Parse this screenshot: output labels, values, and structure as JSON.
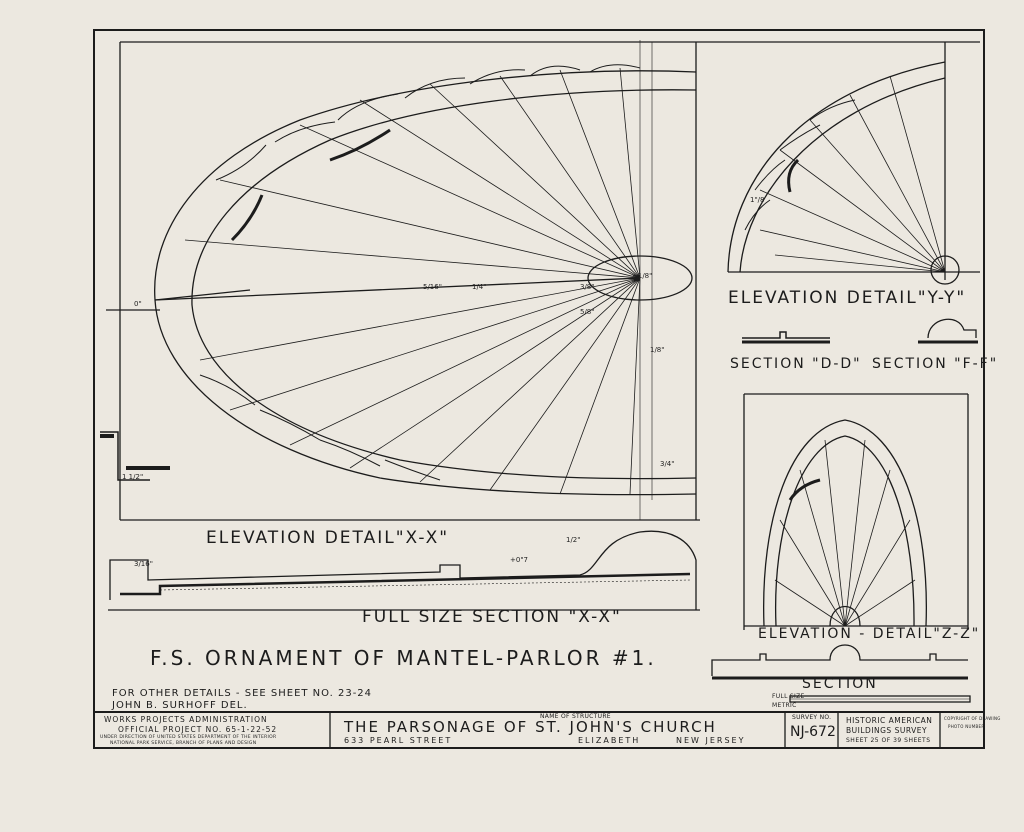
{
  "drawing": {
    "elevation_xx": "ELEVATION   DETAIL\"X-X\"",
    "full_size_section_xx": "FULL SIZE SECTION \"X-X\"",
    "elevation_yy": "ELEVATION   DETAIL\"Y-Y\"",
    "section_dd": "SECTION \"D-D\"",
    "section_ff": "SECTION \"F-F\"",
    "elevation_zz": "ELEVATION  -  DETAIL\"Z-Z\"",
    "section": "SECTION",
    "ornament_title": "F.S. ORNAMENT OF MANTEL-PARLOR #1.",
    "other_details": "FOR OTHER DETAILS - SEE SHEET NO. 23-24",
    "delineator": "JOHN B. SURHOFF DEL.",
    "dims": {
      "d1": "1\"/8",
      "d2": "1 1/2\"",
      "d3": "5/16\"",
      "d4": "3/8\"",
      "d5": "+1/8\"",
      "d6": "+0\"7",
      "d7": "1/4\"",
      "d8": "5/8\"",
      "d9": "1/8\"",
      "d10": "3/4\"",
      "d11": "1/2\"",
      "d12": "3/16\"",
      "d13": "0\""
    }
  },
  "title_block": {
    "wpa": "WORKS PROJECTS ADMINISTRATION",
    "project": "OFFICIAL PROJECT NO. 65-1-22-52",
    "direction1": "UNDER DIRECTION OF UNITED STATES DEPARTMENT OF THE INTERIOR",
    "direction2": "NATIONAL PARK SERVICE, BRANCH OF PLANS AND DESIGN",
    "name_caption": "NAME OF STRUCTURE",
    "name": "THE PARSONAGE OF ST. JOHN'S CHURCH",
    "street": "633 PEARL STREET",
    "city": "ELIZABETH",
    "state": "NEW JERSEY",
    "survey_caption": "SURVEY NO.",
    "survey_no": "NJ-672",
    "habs1": "HISTORIC AMERICAN",
    "habs2": "BUILDINGS SURVEY",
    "sheet": "SHEET 25 OF 39 SHEETS",
    "copyright": "COPYRIGHT OF DRAWING",
    "photo": "PHOTO NUMBER"
  },
  "scale": {
    "full_size": "FULL SIZE",
    "metric": "METRIC"
  },
  "colors": {
    "paper": "#ece8e0",
    "ink": "#1c1c1c"
  }
}
